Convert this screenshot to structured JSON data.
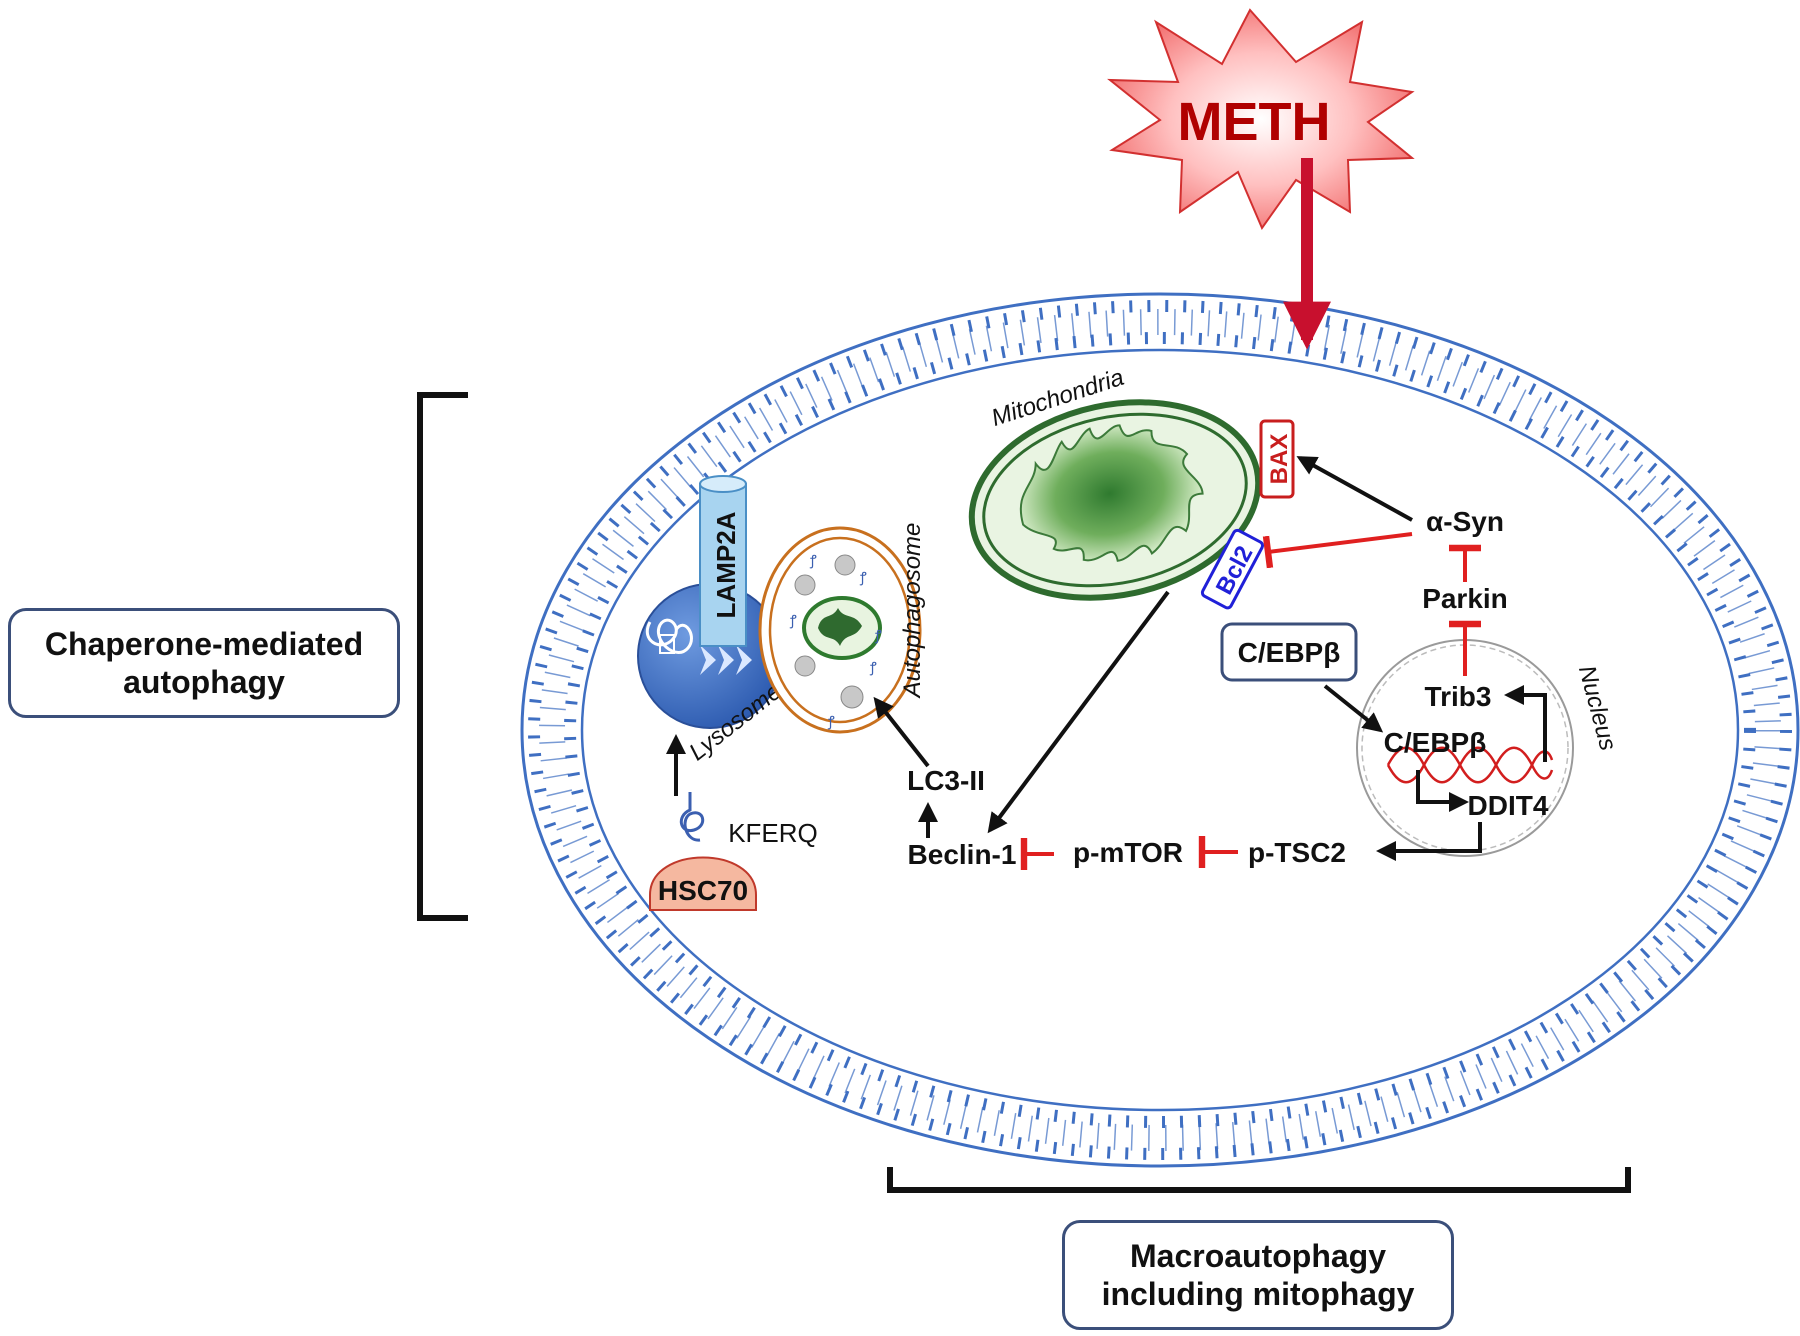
{
  "stressor": {
    "label": "METH",
    "color": "#c8102e"
  },
  "categories": {
    "chaperone": {
      "line1": "Chaperone-mediated",
      "line2": "autophagy"
    },
    "macro": {
      "line1": "Macroautophagy",
      "line2": "including mitophagy"
    }
  },
  "organelles": {
    "mitochondria": "Mitochondria",
    "autophagosome": "Autophagosome",
    "lysosome": "Lysosome",
    "nucleus": "Nucleus"
  },
  "proteins": {
    "bax": "BAX",
    "bcl2": "Bcl2",
    "asyn": "α-Syn",
    "parkin": "Parkin",
    "cebpb_cyto": "C/EBPβ",
    "cebpb_nuc": "C/EBPβ",
    "trib3": "Trib3",
    "ddit4": "DDIT4",
    "ptsc2": "p-TSC2",
    "pmtor": "p-mTOR",
    "beclin": "Beclin-1",
    "lc3": "LC3-II",
    "lamp2a": "LAMP2A",
    "kferq": "KFERQ",
    "hsc70": "HSC70"
  },
  "colors": {
    "membrane": "#3f6fc2",
    "activation": "#111111",
    "inhibition": "#e02020",
    "mitochondria": "#2e6b2e",
    "lysosome": "#3d6fc8",
    "autophagosome": "#c8701e",
    "hsc70": "#f5b8a0",
    "lamp2a": "#a8d4f0"
  },
  "icons": [
    "starburst-icon",
    "mitochondrion-icon",
    "lysosome-icon",
    "autophagosome-icon",
    "nucleus-icon",
    "dna-helix-icon",
    "protein-coil-icon"
  ]
}
